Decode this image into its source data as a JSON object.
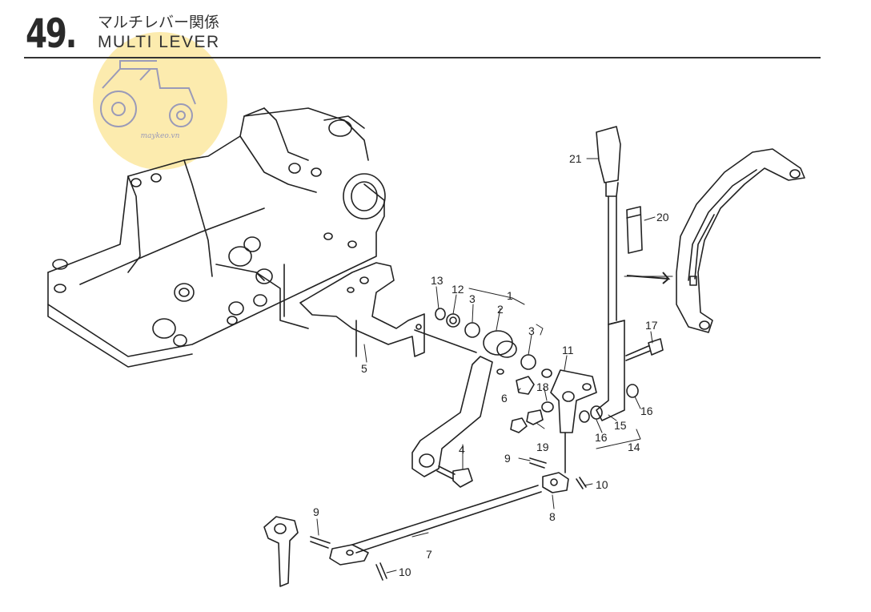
{
  "header": {
    "section_number": "49.",
    "title_jp": "マルチレバー関係",
    "title_en": "MULTI LEVER"
  },
  "watermark": {
    "icon": "tractor-icon",
    "text": "maykeo.vn",
    "color": "#fbe7a0"
  },
  "callouts": {
    "c1": "1",
    "c2": "2",
    "c3a": "3",
    "c3b": "3",
    "c4": "4",
    "c5": "5",
    "c6": "6",
    "c7": "7",
    "c8": "8",
    "c9a": "9",
    "c9b": "9",
    "c10a": "10",
    "c10b": "10",
    "c11": "11",
    "c12": "12",
    "c13": "13",
    "c14": "14",
    "c15": "15",
    "c16a": "16",
    "c16b": "16",
    "c17": "17",
    "c18": "18",
    "c19": "19",
    "c20": "20",
    "c21": "21"
  }
}
